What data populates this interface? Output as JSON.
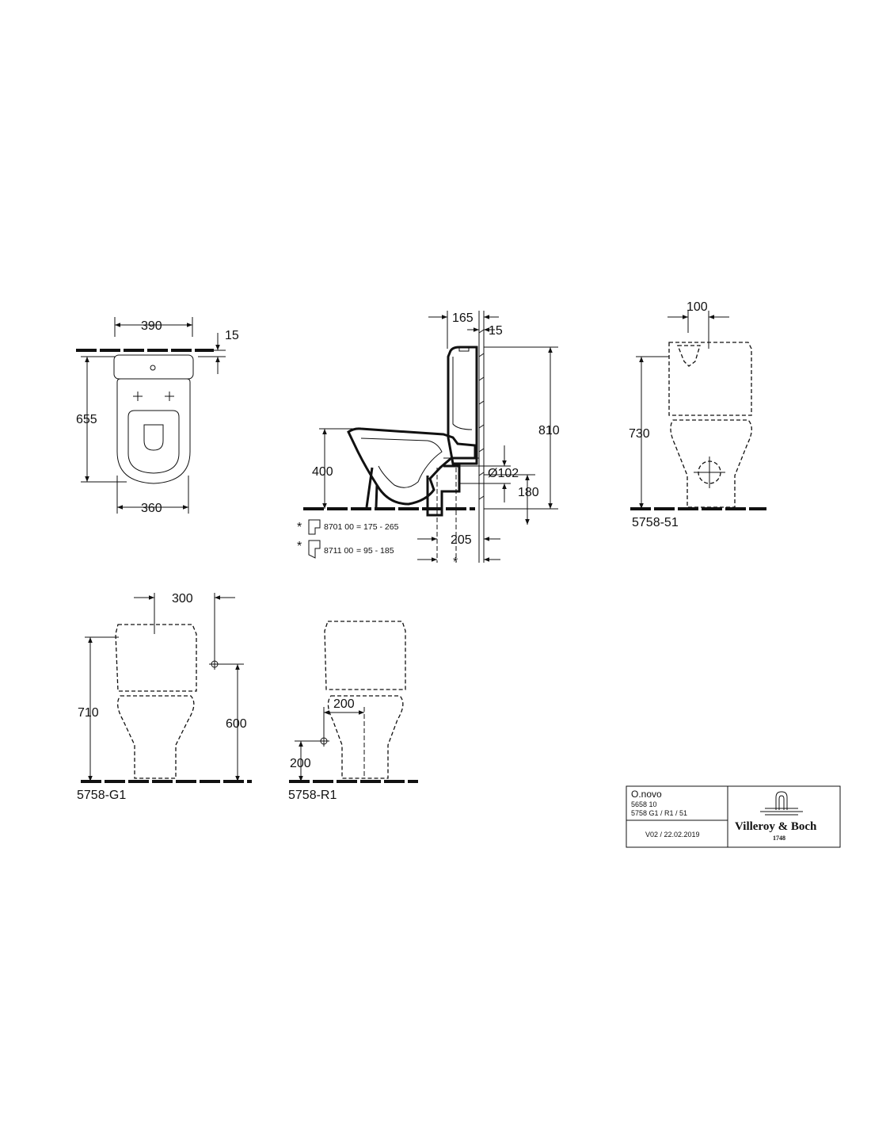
{
  "top_view": {
    "width_top": "390",
    "gap_top": "15",
    "depth": "655",
    "width_bottom": "360"
  },
  "side_view": {
    "tank_depth": "165",
    "wall_gap": "15",
    "total_height": "810",
    "seat_height": "400",
    "outlet_diameter": "Ø102",
    "outlet_height": "180",
    "outlet_distance": "205",
    "asterisk": "*",
    "option1_code": "8701 00",
    "option1_range": "=  175  -  265",
    "option2_code": "8711 00",
    "option2_range": "=    95  -  185"
  },
  "view_51": {
    "offset": "100",
    "height": "730",
    "label": "5758-51"
  },
  "view_g1": {
    "offset": "300",
    "height": "710",
    "inlet_height": "600",
    "label": "5758-G1"
  },
  "view_r1": {
    "offset": "200",
    "inlet_height": "200",
    "label": "5758-R1"
  },
  "title_block": {
    "product": "O.novo",
    "code1": "5658 10",
    "code2": "5758 G1 / R1 / 51",
    "version": "V02 / 22.02.2019",
    "logo_text": "Villeroy & Boch",
    "logo_year": "1748"
  }
}
